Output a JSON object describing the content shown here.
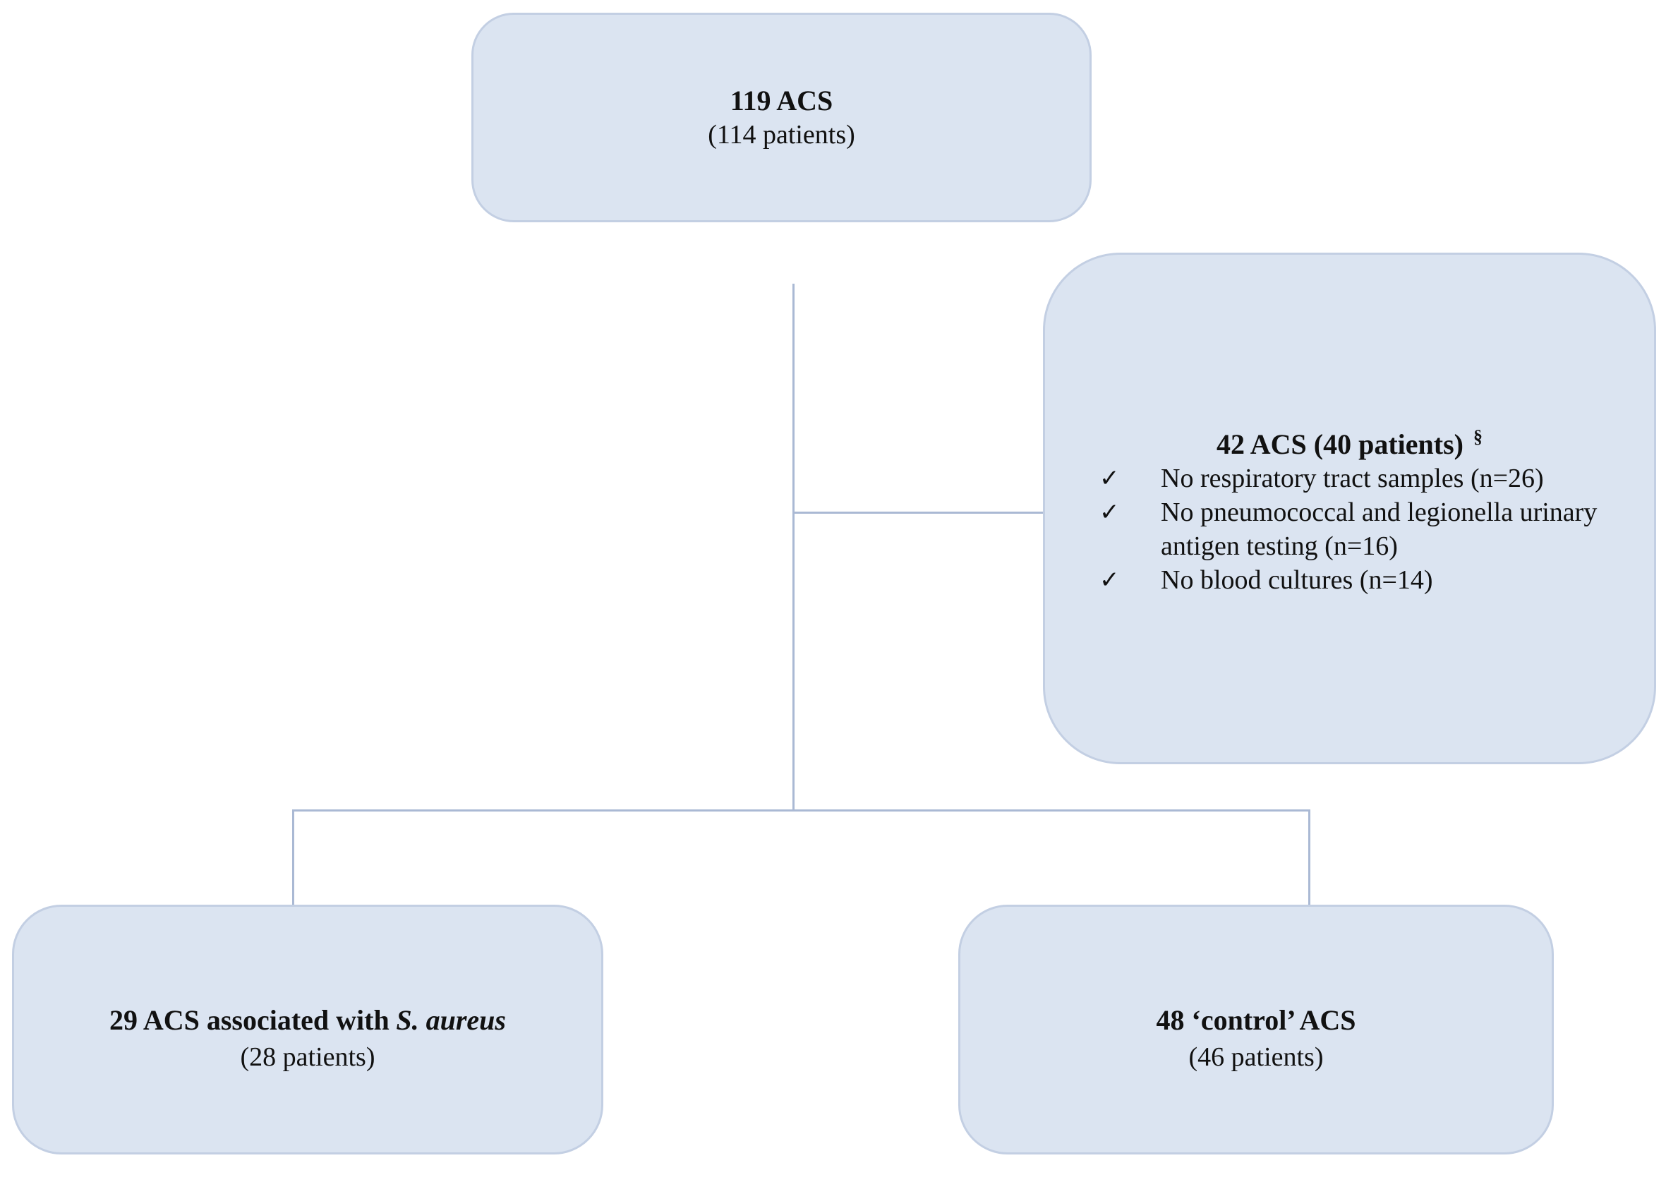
{
  "boxes": {
    "total": {
      "line1": "119 ACS",
      "line2": "(114 patients)"
    },
    "excluded": {
      "heading": "42 ACS (40 patients)",
      "heading_superscript": "§",
      "checkmark": "✓",
      "items": [
        "No respiratory tract samples (n=26)",
        "No pneumococcal and legionella urinary antigen testing (n=16)",
        "No blood cultures (n=14)"
      ]
    },
    "staph": {
      "line1_prefix": "29 ACS associated with",
      "line1_emphasis": "S. aureus",
      "line2": "(28 patients)"
    },
    "control": {
      "line1": "48 ‘control’ ACS",
      "line2": "(46 patients)"
    }
  },
  "colors": {
    "box_fill": "#dbe4f1",
    "box_border": "#c3cfe3",
    "line": "#aab9d4",
    "text": "#111111",
    "background": "#ffffff"
  }
}
